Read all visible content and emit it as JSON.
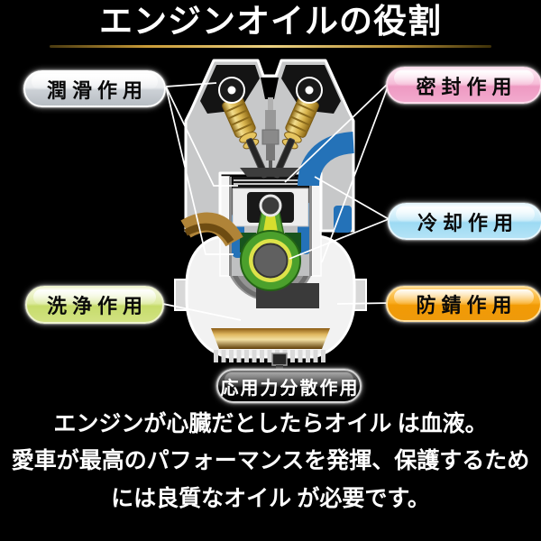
{
  "title": "エンジンオイルの役割",
  "labels": {
    "lubrication": "潤滑作用",
    "sealing": "密封作用",
    "cooling": "冷却作用",
    "cleaning": "洗浄作用",
    "rust_prevention": "防錆作用",
    "stress_dispersion": "応用力分散作用"
  },
  "caption": {
    "line1": "エンジンが心臓だとしたらオイル は血液。",
    "line2": "愛車が最高のパフォーマンスを発揮、保護するため",
    "line3": "には良質なオイル が必要です。"
  },
  "colors": {
    "background": "#000000",
    "title_text": "#ffffff",
    "title_underline_gold": "#d4a843",
    "badge_lubrication": "#e9ebee",
    "badge_sealing": "#f2aace",
    "badge_cooling": "#aee0f5",
    "badge_cleaning": "#d2e282",
    "badge_rust_prevention": "#f5a31a",
    "badge_stress_dispersion": "#1a1a1a",
    "coolant_blue": "#2472b8",
    "oil_gallery_brown": "#b08438",
    "oil_pan_gold": "#e0b860",
    "connecting_rod_green": "#5aa832",
    "leader_line": "#ffffff"
  }
}
